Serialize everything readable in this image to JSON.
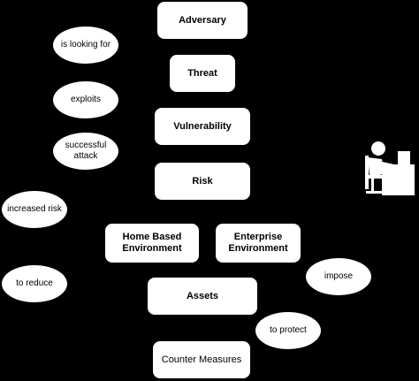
{
  "nodes": {
    "adversary": "Adversary",
    "threat": "Threat",
    "vulnerability": "Vulnerability",
    "risk": "Risk",
    "home_based_line1": "Home Based",
    "home_based_line2": "Environment",
    "enterprise_line1": "Enterprise",
    "enterprise_line2": "Environment",
    "assets": "Assets",
    "counter_measures": "Counter Measures"
  },
  "relations": {
    "is_looking_for": "is looking for",
    "exploits": "exploits",
    "successful_attack_line1": "successful",
    "successful_attack_line2": "attack",
    "increased_risk": "increased risk",
    "to_reduce": "to reduce",
    "impose": "impose",
    "to_protect": "to protect"
  },
  "icons": {
    "user_at_desk": "person-at-computer-icon"
  },
  "colors": {
    "background": "#000000",
    "shape_fill": "#ffffff",
    "text": "#000000"
  }
}
